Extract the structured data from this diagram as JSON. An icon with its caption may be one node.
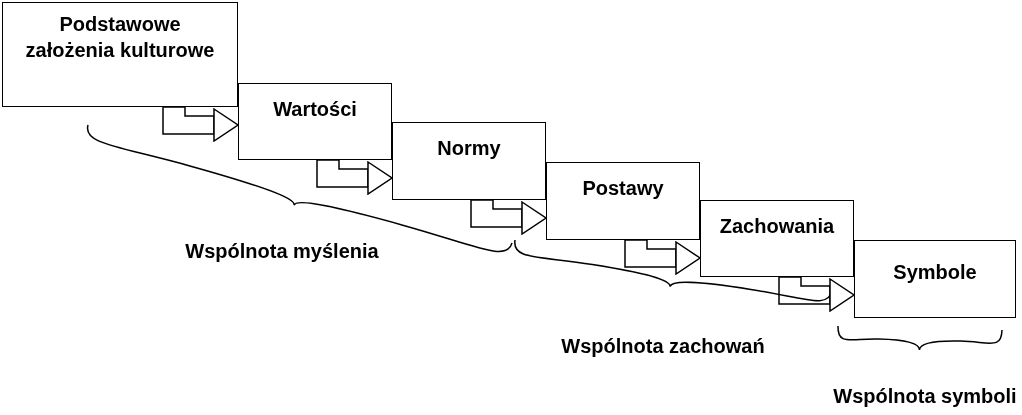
{
  "diagram": {
    "nodes": [
      {
        "text": [
          "Podstawowe założenia kulturowe"
        ]
      },
      {
        "text": [
          "Wartości"
        ]
      },
      {
        "text": [
          "Normy"
        ]
      },
      {
        "text": [
          "Postawy"
        ]
      },
      {
        "text": [
          "Zachowania"
        ]
      },
      {
        "text": [
          "Symbole"
        ]
      }
    ],
    "edges": [
      {
        "from": 0,
        "to": 1,
        "arrow": "to"
      },
      {
        "from": 1,
        "to": 2,
        "arrow": "to"
      },
      {
        "from": 2,
        "to": 3,
        "arrow": "to"
      },
      {
        "from": 3,
        "to": 4,
        "arrow": "to"
      },
      {
        "from": 4,
        "to": 5,
        "arrow": "to"
      }
    ],
    "labels": [
      "Wspólnota myślenia",
      "Wspólnota zachowań",
      "Wspólnota symboli"
    ]
  }
}
